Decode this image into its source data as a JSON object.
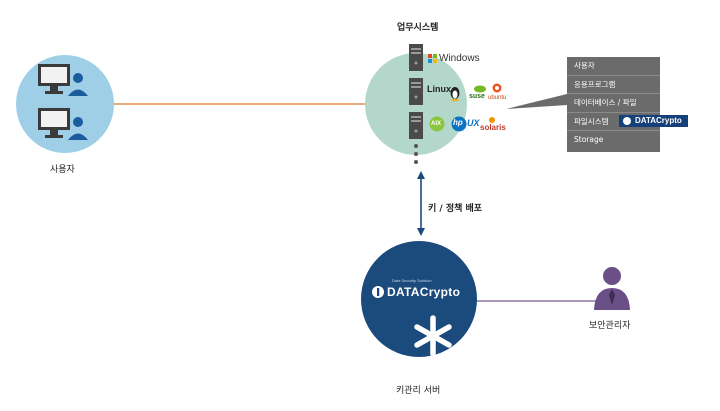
{
  "labels": {
    "business_systems": "업무시스템",
    "users": "사용자",
    "key_policy": "키 / 정책 배포",
    "key_server": "키관리 서버",
    "security_admin": "보안관리자"
  },
  "os_logos": {
    "windows": "Windows",
    "linux": "Linux",
    "suse": "suse",
    "ubuntu": "ubuntu",
    "aix": "AIX",
    "hpux": "UX",
    "hp": "hp",
    "solaris": "solaris"
  },
  "layers": [
    "사용자",
    "응용프로그램",
    "데이터베이스 / 파일",
    "파일시스템",
    "Storage"
  ],
  "brand": {
    "name": "DATACrypto",
    "tagline": "Data Security Solution"
  },
  "colors": {
    "user_circle": "#9fcfe7",
    "system_circle": "#b3d8cb",
    "server_circle": "#1b4a7d",
    "user_link": "#e07828",
    "admin_link": "#7b5a92",
    "arrow": "#1b4a7d",
    "panel": "#6b6b6b"
  }
}
